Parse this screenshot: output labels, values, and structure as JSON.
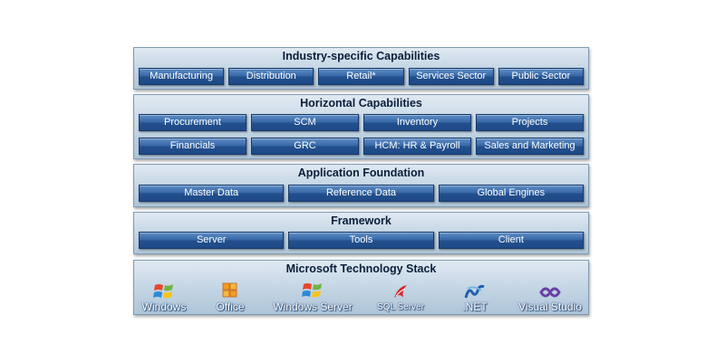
{
  "layers": [
    {
      "title": "Industry-specific Capabilities",
      "rows": [
        [
          "Manufacturing",
          "Distribution",
          "Retail*",
          "Services Sector",
          "Public Sector"
        ]
      ]
    },
    {
      "title": "Horizontal Capabilities",
      "rows": [
        [
          "Procurement",
          "SCM",
          "Inventory",
          "Projects"
        ],
        [
          "Financials",
          "GRC",
          "HCM: HR & Payroll",
          "Sales and Marketing"
        ]
      ]
    },
    {
      "title": "Application Foundation",
      "rows": [
        [
          "Master Data",
          "Reference Data",
          "Global Engines"
        ]
      ]
    },
    {
      "title": "Framework",
      "rows": [
        [
          "Server",
          "Tools",
          "Client"
        ]
      ]
    },
    {
      "title": "Microsoft Technology Stack",
      "logos": [
        "Windows",
        "Office",
        "Windows Server",
        "SQL Server",
        ".NET",
        "Visual Studio"
      ]
    }
  ],
  "colors": {
    "button_blue": "#2b5a98",
    "layer_bg": "#c2d4e3",
    "title_text": "#0b1e3a"
  },
  "icons": [
    "windows-flag-icon",
    "office-icon",
    "windows-server-flag-icon",
    "sql-server-icon",
    "dotnet-icon",
    "visual-studio-icon"
  ]
}
